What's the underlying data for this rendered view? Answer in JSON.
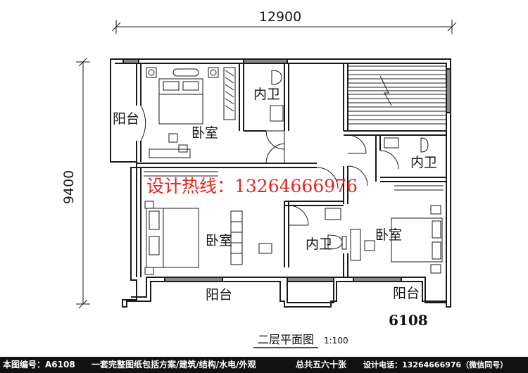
{
  "dimensions": {
    "width_label": "12900",
    "height_label": "9400"
  },
  "rooms": {
    "balcony_west": "阳台",
    "bedroom_nw": "卧室",
    "bath_north": "内卫",
    "bath_east": "内卫",
    "bedroom_sw": "卧室",
    "bath_center": "内卫",
    "bedroom_se": "卧室",
    "balcony_south_left": "阳台",
    "balcony_south_right": "阳台"
  },
  "hotline": "设计热线：13264666976",
  "plan_code": "6108",
  "drawing_title": "二层平面图",
  "drawing_scale": "1:100",
  "footer": {
    "plan_no": "本图编号：A6108",
    "package": "一套完整图纸包括方案/建筑/结构/水电/外观",
    "sheets": "总共五六十张",
    "phone": "设计电话：13264666976（微信同号）"
  },
  "colors": {
    "line": "#1a1a1a",
    "hotline": "#e8231f",
    "footer_bg": "#111111",
    "footer_text": "#ffffff"
  }
}
